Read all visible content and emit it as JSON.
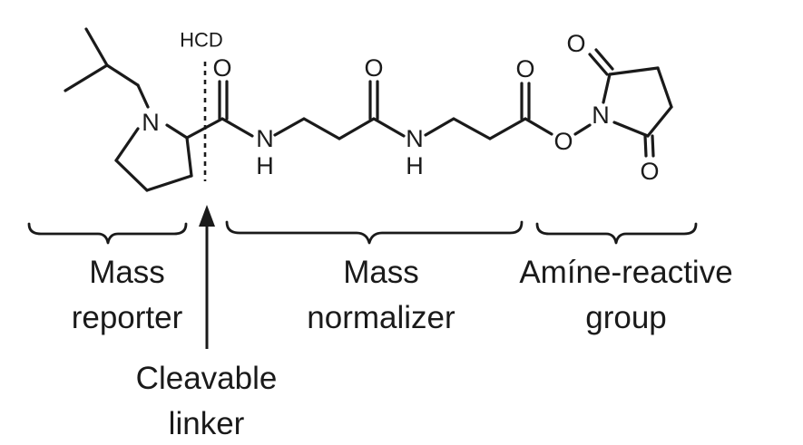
{
  "labels": {
    "hcd": "HCD",
    "atoms": {
      "ring_nitrogen": "N",
      "amide1_oxygen": "O",
      "amide1_nitrogen": "N",
      "amide1_hydrogen": "H",
      "amide2_oxygen": "O",
      "amide2_nitrogen": "N",
      "amide2_hydrogen": "H",
      "ester_carbonyl_oxygen": "O",
      "ester_oxygen": "O",
      "succinimide_nitrogen": "N",
      "succinimide_top_oxygen": "O",
      "succinimide_bottom_oxygen": "O"
    },
    "captions": {
      "mass_reporter": [
        "Mass",
        "reporter"
      ],
      "mass_normalizer": [
        "Mass",
        "normalizer"
      ],
      "amine_reactive": [
        "Amíne-reactive",
        "group"
      ],
      "cleavable_linker": [
        "Cleavable",
        "linker"
      ]
    }
  }
}
